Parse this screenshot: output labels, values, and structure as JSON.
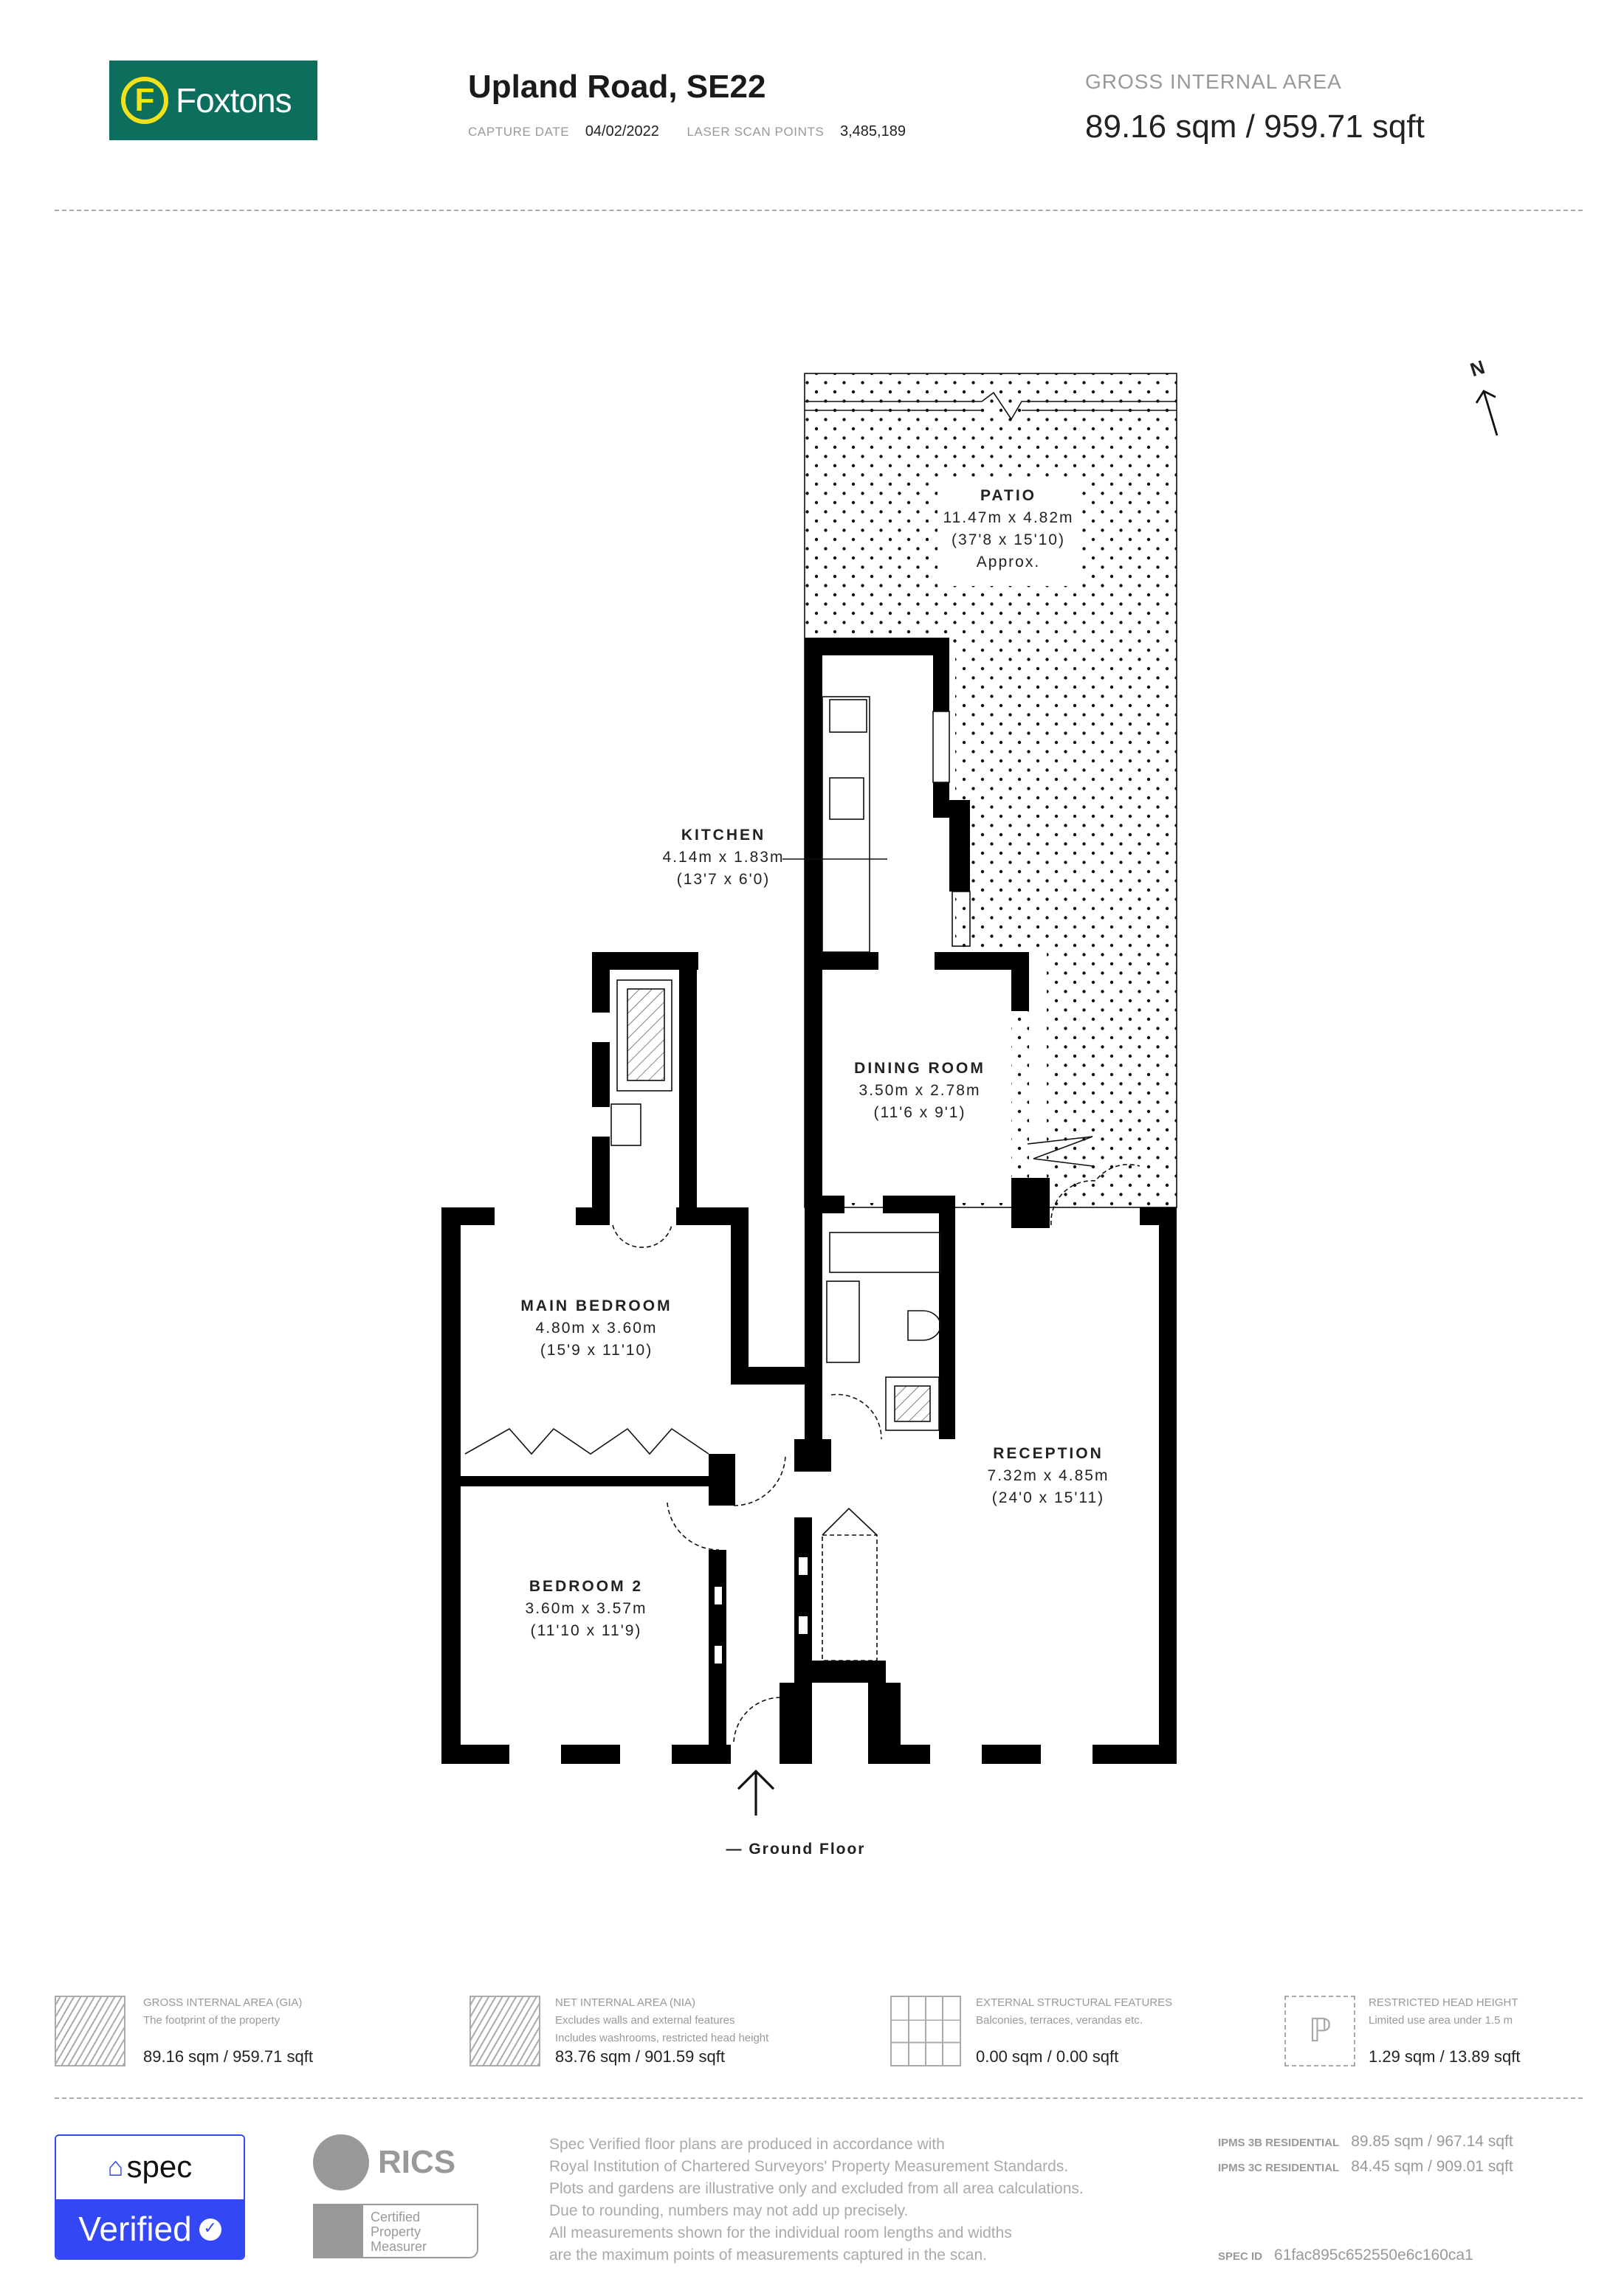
{
  "header": {
    "brand": "Foxtons",
    "brand_logo_letter": "F",
    "brand_color": "#0c6e5c",
    "address": "Upland Road, SE22",
    "capture_date_label": "CAPTURE DATE",
    "capture_date": "04/02/2022",
    "scan_points_label": "LASER SCAN POINTS",
    "scan_points": "3,485,189",
    "gia_label": "GROSS INTERNAL AREA",
    "gia_value": "89.16 sqm / 959.71 sqft"
  },
  "plan": {
    "compass": "N",
    "floor_label": "— Ground Floor",
    "rooms": [
      {
        "name": "PATIO",
        "metric": "11.47m x 4.82m",
        "imperial": "(37'8 x 15'10)",
        "note": "Approx."
      },
      {
        "name": "KITCHEN",
        "metric": "4.14m x 1.83m",
        "imperial": "(13'7 x 6'0)"
      },
      {
        "name": "DINING ROOM",
        "metric": "3.50m x 2.78m",
        "imperial": "(11'6 x 9'1)"
      },
      {
        "name": "MAIN BEDROOM",
        "metric": "4.80m x 3.60m",
        "imperial": "(15'9 x 11'10)"
      },
      {
        "name": "RECEPTION",
        "metric": "7.32m x 4.85m",
        "imperial": "(24'0 x 15'11)"
      },
      {
        "name": "BEDROOM 2",
        "metric": "3.60m x 3.57m",
        "imperial": "(11'10 x 11'9)"
      }
    ]
  },
  "legend": [
    {
      "title": "GROSS INTERNAL AREA (GIA)",
      "desc": [
        "The footprint of the property"
      ],
      "value": "89.16 sqm / 959.71 sqft",
      "icon": "hatched-square-icon"
    },
    {
      "title": "NET INTERNAL AREA (NIA)",
      "desc": [
        "Excludes walls and external features",
        "Includes washrooms, restricted head height"
      ],
      "value": "83.76 sqm / 901.59 sqft",
      "icon": "hatched-rooms-icon"
    },
    {
      "title": "EXTERNAL STRUCTURAL FEATURES",
      "desc": [
        "Balconies, terraces, verandas etc."
      ],
      "value": "0.00 sqm / 0.00 sqft",
      "icon": "grid-icon"
    },
    {
      "title": "RESTRICTED HEAD HEIGHT",
      "desc": [
        "Limited use area under 1.5 m"
      ],
      "value": "1.29 sqm / 13.89 sqft",
      "icon": "person-height-icon"
    }
  ],
  "footer": {
    "spec_brand": "spec",
    "spec_verified": "Verified",
    "spec_color": "#3347f5",
    "rics": "RICS",
    "rics_cert": [
      "Certified",
      "Property",
      "Measurer"
    ],
    "disclaimer": [
      "Spec Verified floor plans are produced in accordance with",
      "Royal Institution of Chartered Surveyors' Property Measurement Standards.",
      "Plots and gardens are illustrative only and excluded from all area calculations.",
      "Due to rounding, numbers may not add up precisely.",
      "All measurements shown for the individual room lengths and widths",
      "are the maximum points of measurements captured in the scan."
    ],
    "ipms3b_label": "IPMS 3B RESIDENTIAL",
    "ipms3b_value": "89.85 sqm / 967.14 sqft",
    "ipms3c_label": "IPMS 3C RESIDENTIAL",
    "ipms3c_value": "84.45 sqm / 909.01 sqft",
    "spec_id_label": "SPEC ID",
    "spec_id": "61fac895c652550e6c160ca1"
  }
}
